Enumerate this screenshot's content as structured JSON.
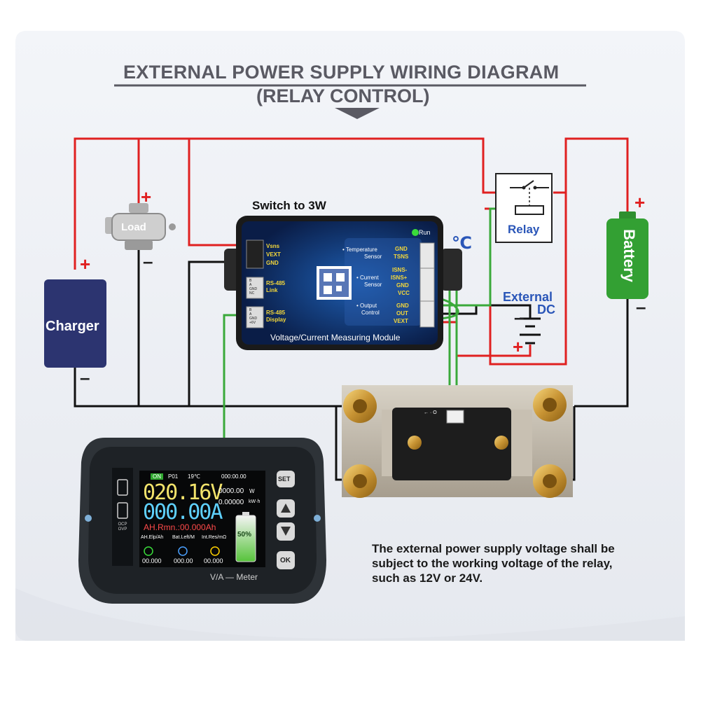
{
  "title": {
    "line1": "EXTERNAL POWER SUPPLY WIRING DIAGRAM",
    "line2": "(RELAY CONTROL)"
  },
  "labels": {
    "switch": "Switch to 3W",
    "load": "Load",
    "charger": "Charger",
    "battery": "Battery",
    "relay": "Relay",
    "external_dc_1": "External",
    "external_dc_2": "DC",
    "celsius": "℃",
    "plus": "+",
    "minus": "–"
  },
  "module": {
    "title": "Voltage/Current Measuring Module",
    "run": "Run",
    "left_pins": [
      "Vsns",
      "VEXT",
      "GND"
    ],
    "rs485_link": [
      "RS-485",
      "Link"
    ],
    "rs485_display": [
      "RS-485",
      "Display"
    ],
    "link_pins": [
      "B",
      "A",
      "GND",
      "NC"
    ],
    "display_pins": [
      "B",
      "A",
      "GND",
      "+6V"
    ],
    "temperature_sensor": [
      "• Temperature",
      "Sensor"
    ],
    "current_sensor": [
      "• Current",
      "Sensor"
    ],
    "output_control": [
      "• Output",
      "Control"
    ],
    "temp_pins": [
      "GND",
      "TSNS"
    ],
    "current_pins": [
      "ISNS-",
      "ISNS+",
      "GND",
      "VCC"
    ],
    "output_pins": [
      "GND",
      "OUT",
      "VEXT"
    ]
  },
  "shunt": {
    "connector_label": "← · O"
  },
  "meter": {
    "status_on": "ON",
    "status_p": "P01",
    "status_temp": "19℃",
    "status_time": "000:00.00",
    "voltage": "020.16V",
    "current": "000.00A",
    "power": "0000.00",
    "power_unit": "W",
    "energy": "0.00000",
    "energy_unit": "kW·h",
    "ah_remaining": "AH.Rmn.:00.000Ah",
    "battery_percent": "50%",
    "col_labels": [
      "AH.Elp/Ah",
      "Bat.Left/M",
      "Int.Res/mΩ"
    ],
    "col_values": [
      "00.000",
      "000.00",
      "00.000"
    ],
    "buttons": [
      "SET",
      "OK"
    ],
    "brand": "V/A — Meter",
    "side_icons": [
      "OCP OVP"
    ]
  },
  "note": "The external power supply voltage shall be subject to the working voltage of the relay, such as 12V or 24V.",
  "colors": {
    "wire_red": "#e02020",
    "wire_black": "#111111",
    "wire_green": "#3aa93a",
    "accent_blue": "#2a56b8",
    "charger_fill": "#2c3470",
    "battery_fill": "#33a033",
    "title_gray": "#5a5a63"
  }
}
